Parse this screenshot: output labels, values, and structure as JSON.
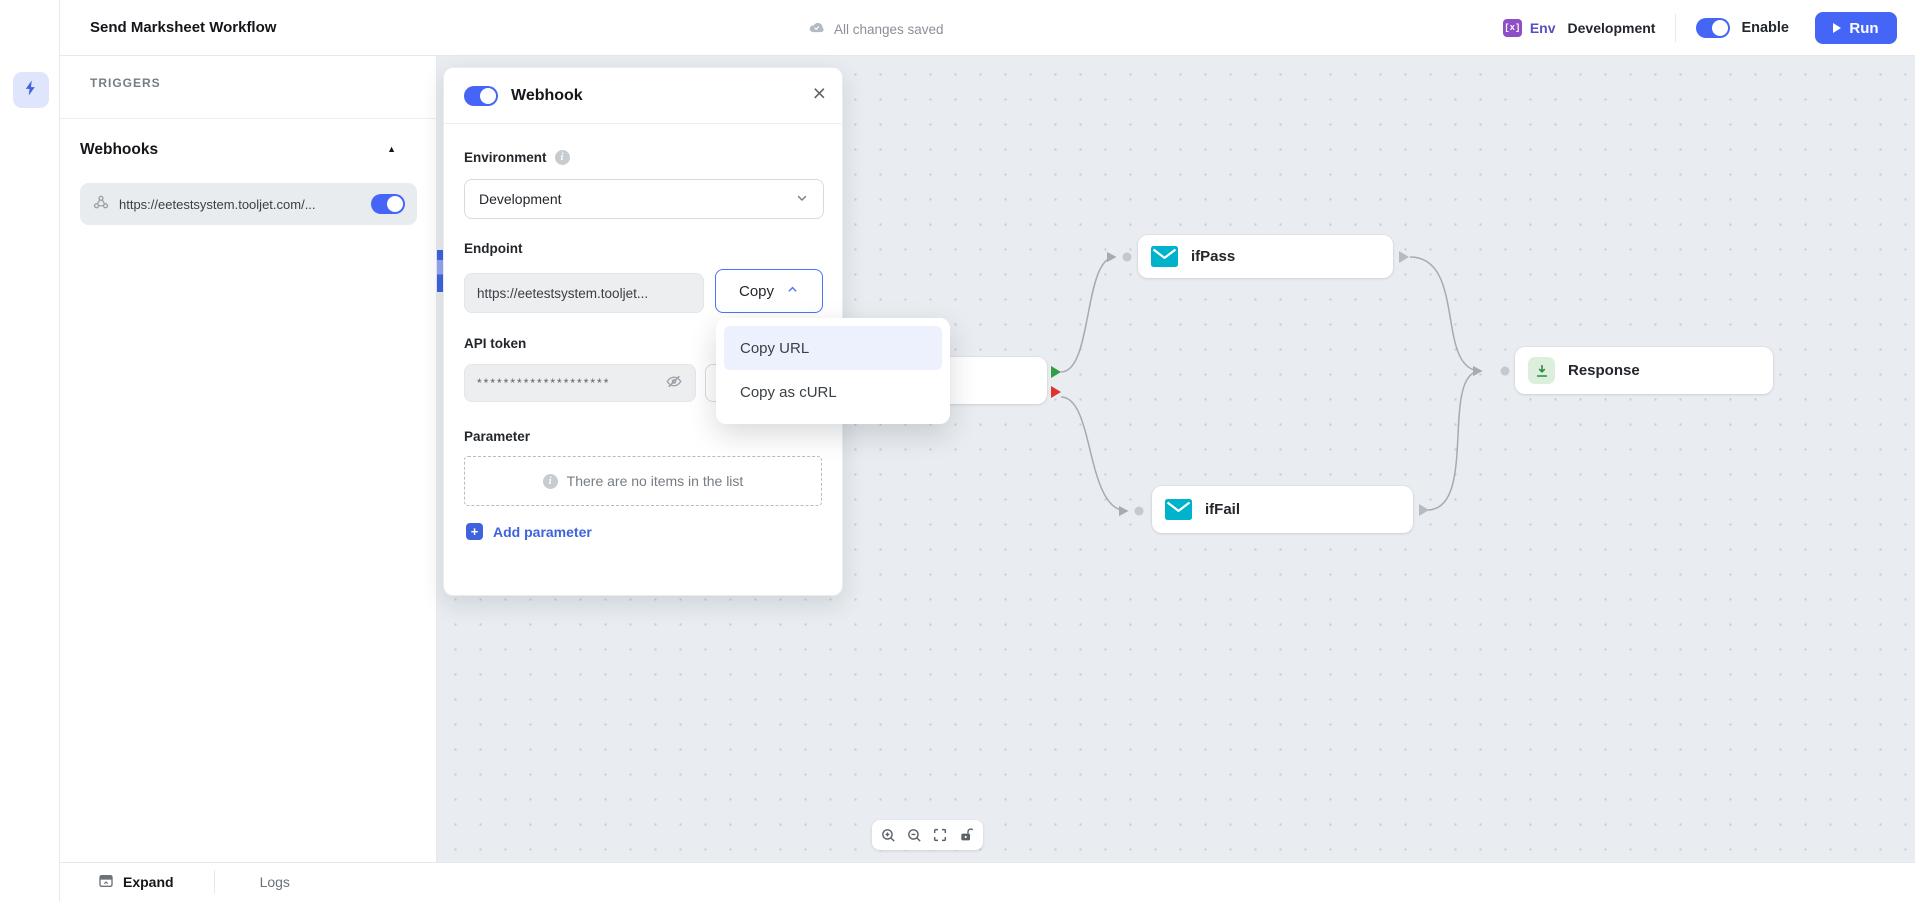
{
  "topbar": {
    "title": "Send Marksheet Workflow",
    "save_status": "All changes saved",
    "env_label": "Env",
    "env_value": "Development",
    "enable_label": "Enable",
    "run_label": "Run"
  },
  "sidebar": {
    "section_title": "TRIGGERS",
    "group_title": "Webhooks",
    "webhook_item": {
      "url": "https://eetestsystem.tooljet.com/..."
    }
  },
  "modal": {
    "title": "Webhook",
    "environment_label": "Environment",
    "environment_value": "Development",
    "endpoint_label": "Endpoint",
    "endpoint_value": "https://eetestsystem.tooljet...",
    "copy_button_label": "Copy",
    "copy_menu": [
      "Copy URL",
      "Copy as cURL"
    ],
    "api_token_label": "API token",
    "api_token_value": "********************",
    "parameter_label": "Parameter",
    "empty_list_text": "There are no items in the list",
    "add_parameter_label": "Add parameter"
  },
  "canvas": {
    "nodes": [
      {
        "label": "ifPass",
        "icon": "mail-icon"
      },
      {
        "label": "ifFail",
        "icon": "mail-icon"
      },
      {
        "label": "Response",
        "icon": "response-output-icon"
      }
    ]
  },
  "statusbar": {
    "expand_label": "Expand",
    "logs_label": "Logs"
  },
  "icons": {
    "close": "×",
    "collapse": "▲",
    "plus": "+",
    "info": "i"
  },
  "colors": {
    "accent_blue": "#4565f6",
    "link_blue": "#3e63dd",
    "mail_cyan": "#00b2cc",
    "handle_green": "#2f9e44",
    "handle_red": "#e03131",
    "env_purple": "#8e4ec6",
    "canvas_bg": "#e9edf1"
  }
}
